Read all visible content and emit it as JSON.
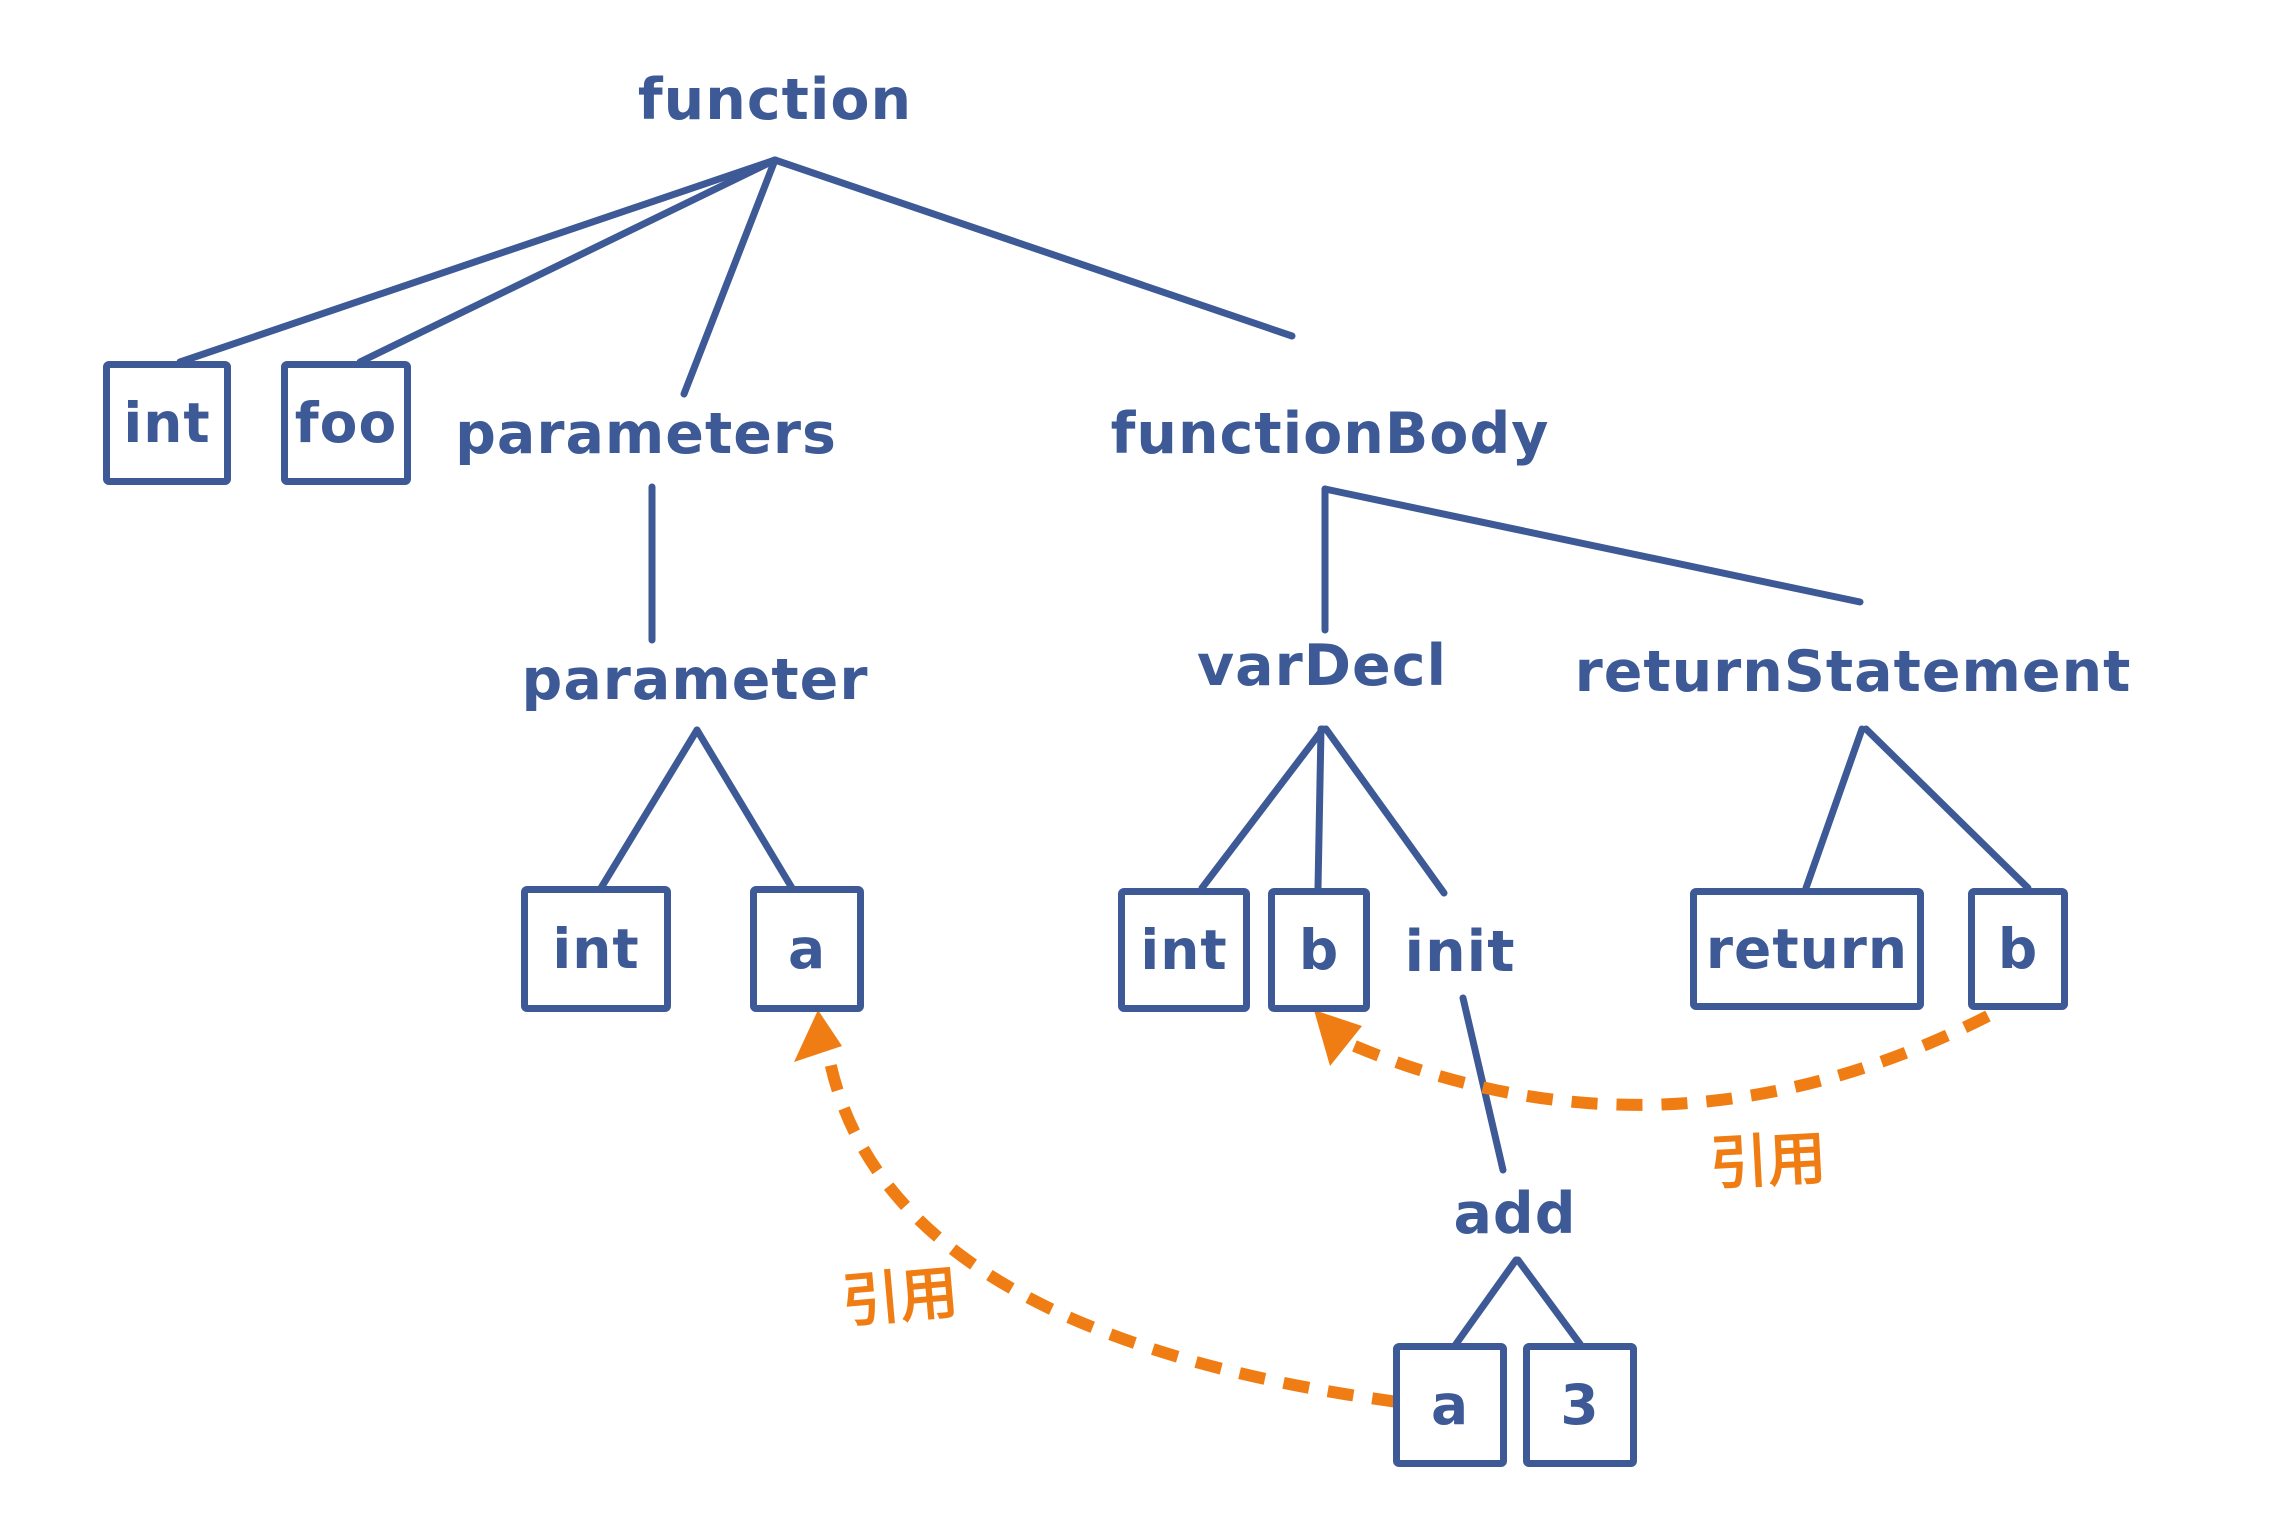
{
  "diagram": {
    "nodes": {
      "function": "function",
      "int_func": "int",
      "foo": "foo",
      "parameters": "parameters",
      "function_body": "functionBody",
      "parameter": "parameter",
      "int_param": "int",
      "a_param": "a",
      "var_decl": "varDecl",
      "int_var": "int",
      "b_var": "b",
      "init": "init",
      "return_statement": "returnStatement",
      "return_kw": "return",
      "b_return": "b",
      "add": "add",
      "a_operand": "a",
      "three": "3"
    },
    "reference_labels": {
      "left": "引用",
      "right": "引用"
    },
    "colors": {
      "tree": "#3d5a96",
      "reference": "#f07d13",
      "background": "#ffffff"
    }
  }
}
